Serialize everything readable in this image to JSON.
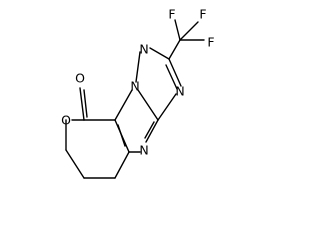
{
  "structure": {
    "atoms": [
      {
        "id": "o-ring",
        "label": "O"
      },
      {
        "id": "o-carbonyl",
        "label": "O"
      },
      {
        "id": "n1",
        "label": "N"
      },
      {
        "id": "n2",
        "label": "N"
      },
      {
        "id": "n3",
        "label": "N"
      },
      {
        "id": "n4",
        "label": "N"
      },
      {
        "id": "f1",
        "label": "F"
      },
      {
        "id": "f2",
        "label": "F"
      },
      {
        "id": "f3",
        "label": "F"
      }
    ]
  },
  "colors": {
    "bond": "#000000",
    "text": "#000000",
    "background": "#ffffff"
  }
}
